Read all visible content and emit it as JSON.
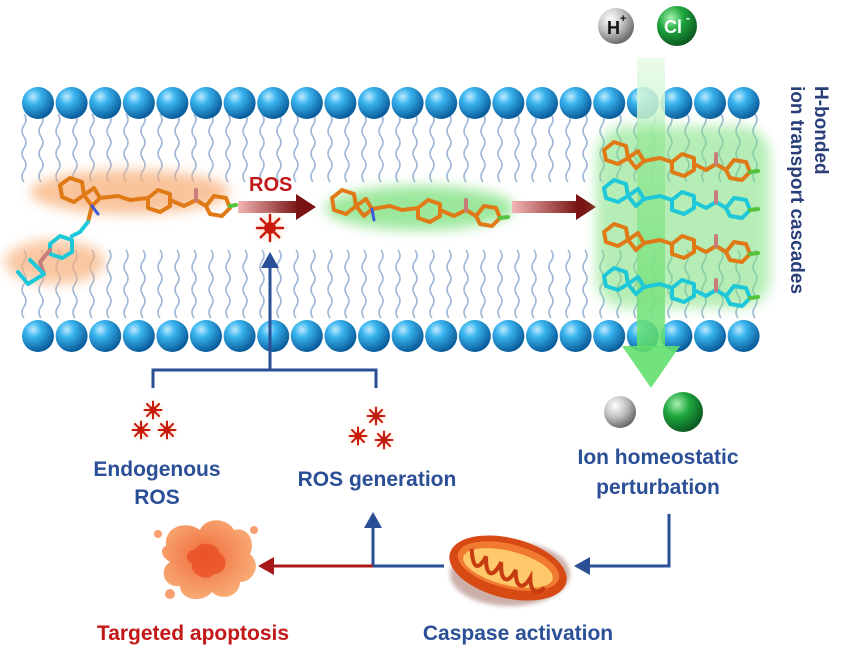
{
  "membrane": {
    "side_label_line1": "H-bonded",
    "side_label_line2": "ion transport cascades"
  },
  "ions": {
    "proton": {
      "symbol": "H",
      "charge": "+"
    },
    "chloride": {
      "symbol": "Cl",
      "charge": "-"
    }
  },
  "ros_arrow_label": "ROS",
  "labels": {
    "endogenous_line1": "Endogenous",
    "endogenous_line2": "ROS",
    "ros_generation": "ROS generation",
    "ion_perturbation_line1": "Ion homeostatic",
    "ion_perturbation_line2": "perturbation",
    "caspase_activation": "Caspase activation",
    "targeted_apoptosis": "Targeted apoptosis"
  },
  "colors": {
    "bead": "#1a96d8",
    "flow_arrow": "#2a4f96",
    "label_blue": "#2a4f96",
    "apoptosis_red": "#c21818",
    "ros_arrow": "#7a1414",
    "ros_burst": "#c81a0a",
    "glow_orange": "#f7b07a",
    "glow_green": "#7be07b",
    "molecule_orange": "#e07a16",
    "molecule_cyan": "#1ec8d8",
    "proton_ball": "#b8b8b8",
    "chloride_ball": "#1a9c3a",
    "mito_outer": "#d84a14"
  },
  "icons": [
    "ros-burst-icon",
    "mitochondrion-icon",
    "apoptotic-cell-icon",
    "proton-ion-icon",
    "chloride-ion-icon"
  ]
}
